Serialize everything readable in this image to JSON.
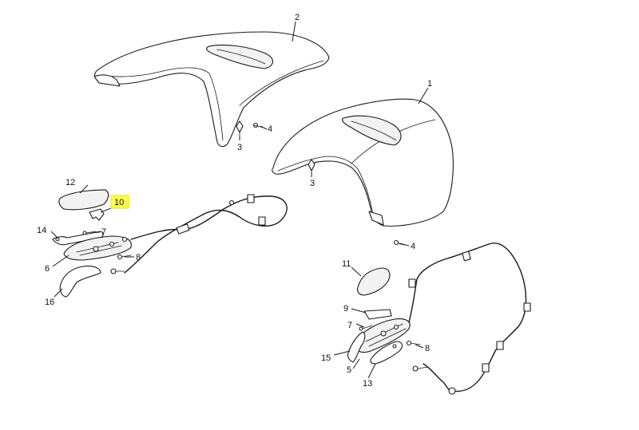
{
  "colors": {
    "line": "#1a1a1a",
    "background": "#ffffff",
    "highlight": "#ffff55"
  },
  "highlighted_callout": "10",
  "callouts": {
    "c1": "1",
    "c2": "2",
    "c3a": "3",
    "c3b": "3",
    "c4a": "4",
    "c4b": "4",
    "c5": "5",
    "c6": "6",
    "c7a": "7",
    "c7b": "7",
    "c8a": "8",
    "c8b": "8",
    "c9": "9",
    "c10": "10",
    "c11": "11",
    "c12": "12",
    "c13": "13",
    "c14": "14",
    "c15": "15",
    "c16": "16"
  }
}
